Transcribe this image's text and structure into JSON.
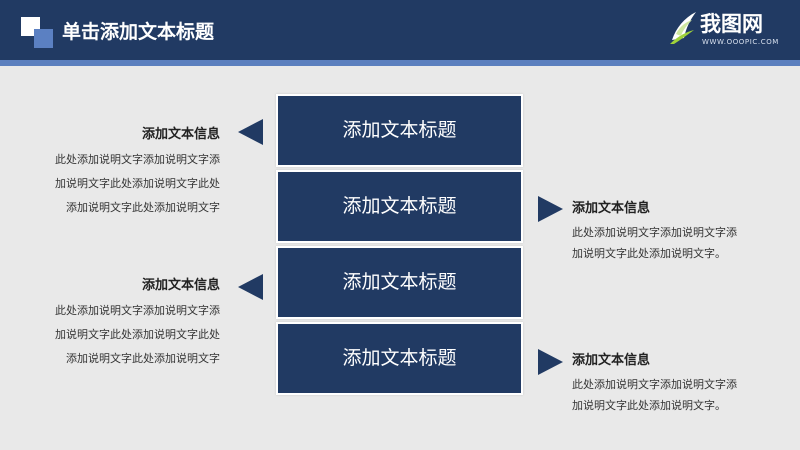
{
  "header": {
    "title": "单击添加文本标题",
    "brand": {
      "name": "我图网",
      "url": "WWW.OOOPIC.COM"
    }
  },
  "boxes": [
    {
      "label": "添加文本标题"
    },
    {
      "label": "添加文本标题"
    },
    {
      "label": "添加文本标题"
    },
    {
      "label": "添加文本标题"
    }
  ],
  "items": [
    {
      "title": "添加文本信息",
      "lines": [
        "此处添加说明文字添加说明文字添",
        "加说明文字此处添加说明文字此处",
        "添加说明文字此处添加说明文字"
      ]
    },
    {
      "title": "添加文本信息",
      "lines": [
        "此处添加说明文字添加说明文字添",
        "加说明文字此处添加说明文字。"
      ]
    },
    {
      "title": "添加文本信息",
      "lines": [
        "此处添加说明文字添加说明文字添",
        "加说明文字此处添加说明文字此处",
        "添加说明文字此处添加说明文字"
      ]
    },
    {
      "title": "添加文本信息",
      "lines": [
        "此处添加说明文字添加说明文字添",
        "加说明文字此处添加说明文字。"
      ]
    }
  ],
  "colors": {
    "primary": "#213a63",
    "accent": "#5b7fbe",
    "background": "#e9e9e9"
  }
}
